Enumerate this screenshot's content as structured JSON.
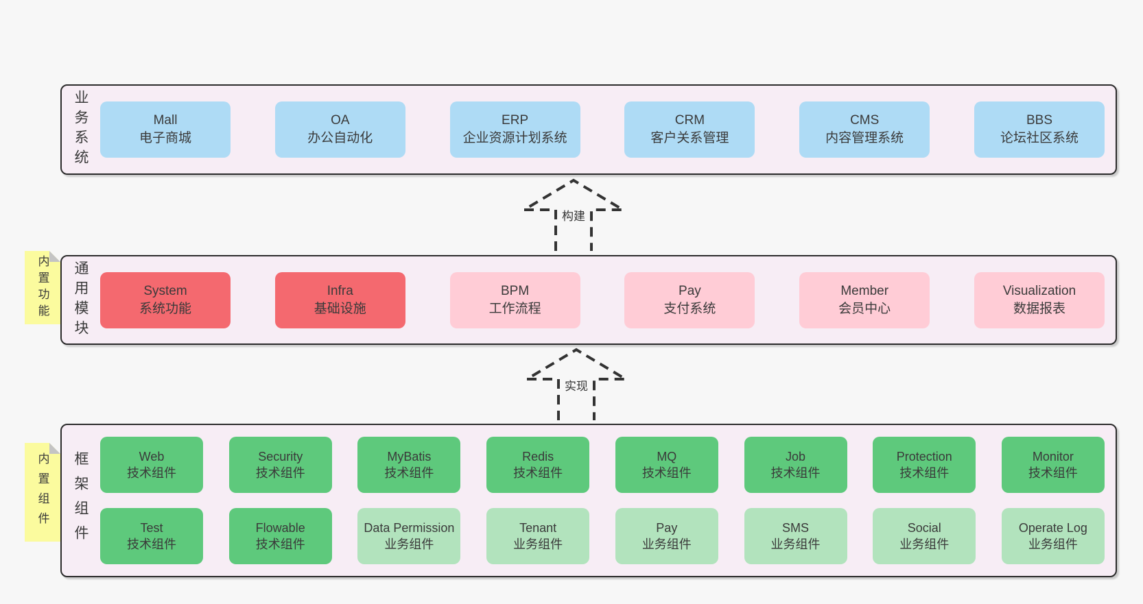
{
  "colors": {
    "page_bg": "#f7f7f7",
    "band_bg": "#f7edf5",
    "band_border": "#2b2b2b",
    "box_blue": "#aedbf5",
    "box_red": "#f4696f",
    "box_pink": "#ffccd6",
    "box_green_dark": "#5ec97c",
    "box_green_light": "#b2e3bd",
    "note_yellow": "#fbfb9e",
    "note_fold_gray": "#c4c4c4",
    "text": "#3a3a3a"
  },
  "arrows": [
    {
      "label": "构建"
    },
    {
      "label": "实现"
    }
  ],
  "bands": [
    {
      "label": "业务系统",
      "boxes": [
        {
          "name": "Mall",
          "subtitle": "电子商城",
          "variant": "blue"
        },
        {
          "name": "OA",
          "subtitle": "办公自动化",
          "variant": "blue"
        },
        {
          "name": "ERP",
          "subtitle": "企业资源计划系统",
          "variant": "blue"
        },
        {
          "name": "CRM",
          "subtitle": "客户关系管理",
          "variant": "blue"
        },
        {
          "name": "CMS",
          "subtitle": "内容管理系统",
          "variant": "blue"
        },
        {
          "name": "BBS",
          "subtitle": "论坛社区系统",
          "variant": "blue"
        }
      ]
    },
    {
      "label": "通用模块",
      "note": "内置功能",
      "boxes": [
        {
          "name": "System",
          "subtitle": "系统功能",
          "variant": "red"
        },
        {
          "name": "Infra",
          "subtitle": "基础设施",
          "variant": "red"
        },
        {
          "name": "BPM",
          "subtitle": "工作流程",
          "variant": "pink"
        },
        {
          "name": "Pay",
          "subtitle": "支付系统",
          "variant": "pink"
        },
        {
          "name": "Member",
          "subtitle": "会员中心",
          "variant": "pink"
        },
        {
          "name": "Visualization",
          "subtitle": "数据报表",
          "variant": "pink"
        }
      ]
    },
    {
      "label": "框架组件",
      "note": "内置组件",
      "rows": [
        [
          {
            "name": "Web",
            "subtitle": "技术组件",
            "variant": "green-dark"
          },
          {
            "name": "Security",
            "subtitle": "技术组件",
            "variant": "green-dark"
          },
          {
            "name": "MyBatis",
            "subtitle": "技术组件",
            "variant": "green-dark"
          },
          {
            "name": "Redis",
            "subtitle": "技术组件",
            "variant": "green-dark"
          },
          {
            "name": "MQ",
            "subtitle": "技术组件",
            "variant": "green-dark"
          },
          {
            "name": "Job",
            "subtitle": "技术组件",
            "variant": "green-dark"
          },
          {
            "name": "Protection",
            "subtitle": "技术组件",
            "variant": "green-dark"
          },
          {
            "name": "Monitor",
            "subtitle": "技术组件",
            "variant": "green-dark"
          }
        ],
        [
          {
            "name": "Test",
            "subtitle": "技术组件",
            "variant": "green-dark"
          },
          {
            "name": "Flowable",
            "subtitle": "技术组件",
            "variant": "green-dark"
          },
          {
            "name": "Data Permission",
            "subtitle": "业务组件",
            "variant": "green-light"
          },
          {
            "name": "Tenant",
            "subtitle": "业务组件",
            "variant": "green-light"
          },
          {
            "name": "Pay",
            "subtitle": "业务组件",
            "variant": "green-light"
          },
          {
            "name": "SMS",
            "subtitle": "业务组件",
            "variant": "green-light"
          },
          {
            "name": "Social",
            "subtitle": "业务组件",
            "variant": "green-light"
          },
          {
            "name": "Operate Log",
            "subtitle": "业务组件",
            "variant": "green-light"
          }
        ]
      ]
    }
  ]
}
